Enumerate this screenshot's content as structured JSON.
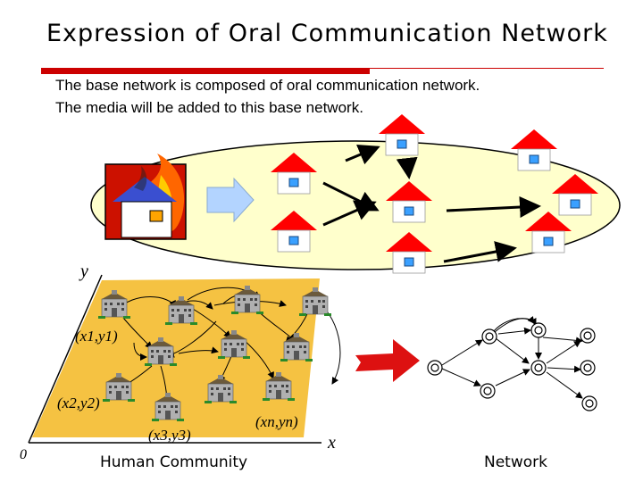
{
  "title": "Expression of Oral Communication Network",
  "intro": {
    "line1": "The base network is composed of oral communication network.",
    "line2": "The media will be added to this base network."
  },
  "axes": {
    "y_label": "y",
    "x_label": "x",
    "origin_label": "0"
  },
  "points": {
    "p1": "(x1,y1)",
    "p2": "(x2,y2)",
    "p3": "(x3,y3)",
    "pn": "(xn,yn)"
  },
  "captions": {
    "human_community": "Human Community",
    "network": "Network"
  },
  "colors": {
    "accent_red": "#cc0000",
    "ellipse_fill": "#ffffcc",
    "community_fill": "#f5c242",
    "arrow_fill": "#b3d4ff"
  },
  "icons": [
    "house-icon",
    "burning-house-icon",
    "building-icon",
    "node-icon",
    "right-arrow-icon"
  ]
}
